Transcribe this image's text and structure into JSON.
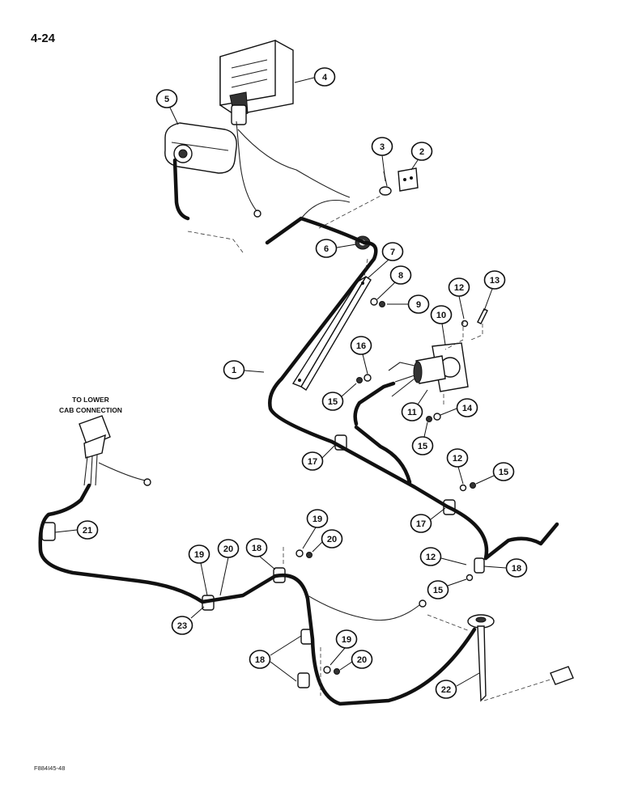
{
  "page_number": "4-24",
  "note": [
    "TO LOWER",
    "CAB CONNECTION"
  ],
  "figure_ref": "F884I45-48",
  "callout_numbers": [
    "1",
    "2",
    "3",
    "4",
    "5",
    "6",
    "7",
    "8",
    "9",
    "10",
    "11",
    "12",
    "13",
    "14",
    "15",
    "16",
    "17",
    "18",
    "19",
    "20",
    "21",
    "22",
    "23"
  ]
}
